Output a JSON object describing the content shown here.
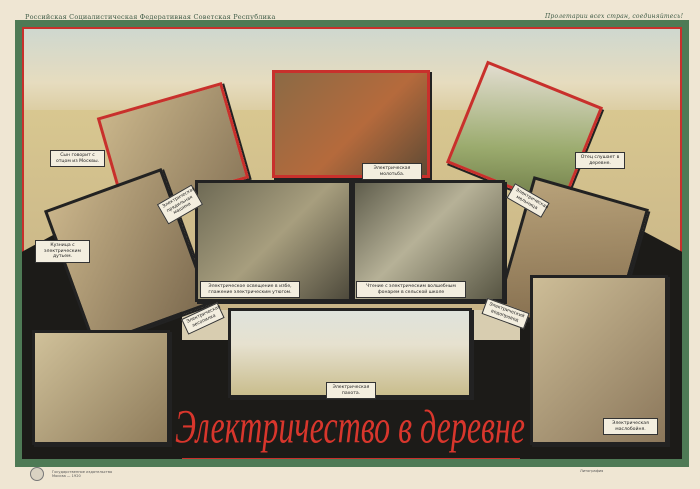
{
  "header": {
    "left": "Российская Социалистическая Федеративная Советская Республика",
    "right": "Пролетарии всех стран, соединяйтесь!"
  },
  "title": "Электричество в деревне",
  "captions": {
    "telephone_son": "Сын говорит с отцом из Москвы.",
    "telephone_father": "Отец слушает в деревне.",
    "threshing": "Электрическая молотьба.",
    "lighting": "Электрическое освещение в избе, глажение электрическим утюгом.",
    "reading": "Чтение с электрическим волшебным фонарем в сельской школе",
    "forge": "Кузница с электрическим дутьем.",
    "plowing": "Электрическая пахота.",
    "butter": "Электрическая маслобойня.",
    "spinning": "Электрическая прядильная машина",
    "sawmill": "Электрическая лесопилка",
    "pump": "Электрический водопровод",
    "mill": "Электрическая мельница"
  },
  "footer": {
    "publisher": "Государственное издательство Москва — 1920",
    "printer": "Литография"
  }
}
